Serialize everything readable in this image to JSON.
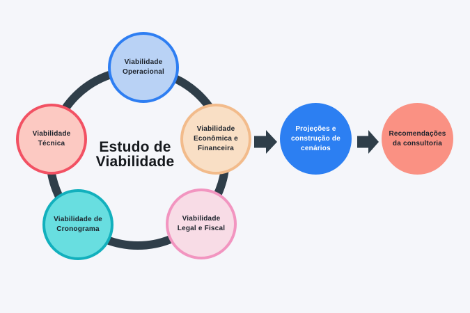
{
  "background_color": "#f5f6fa",
  "ring_color": "#2f3e49",
  "arrow_color": "#2f3e49",
  "title": {
    "lines": [
      "Estudo de",
      "Viabilidade"
    ],
    "color": "#15181c"
  },
  "hub": {
    "circles": [
      {
        "name": "viabilidade-operacional",
        "lines": [
          "Viabilidade",
          "Operacional"
        ],
        "fill": "#b9d2f5",
        "border": "#2e7ef2",
        "text_color": "#1c222b"
      },
      {
        "name": "viabilidade-tecnica",
        "lines": [
          "Viabilidade",
          "Técnica"
        ],
        "fill": "#fcc9c2",
        "border": "#f25163",
        "text_color": "#1c222b"
      },
      {
        "name": "viabilidade-economica-financeira",
        "lines": [
          "Viabilidade",
          "Econômica e",
          "Financeira"
        ],
        "fill": "#f9dfc5",
        "border": "#f2bb8b",
        "text_color": "#1c222b"
      },
      {
        "name": "viabilidade-cronograma",
        "lines": [
          "Viabilidade de",
          "Cronograma"
        ],
        "fill": "#68dee0",
        "border": "#12b0bd",
        "text_color": "#1c222b"
      },
      {
        "name": "viabilidade-legal-fiscal",
        "lines": [
          "Viabilidade",
          "Legal e Fiscal"
        ],
        "fill": "#f8dce6",
        "border": "#f295c0",
        "text_color": "#1c222b"
      }
    ]
  },
  "flow": {
    "steps": [
      {
        "name": "projecoes-e-construcao-de-cenarios",
        "lines": [
          "Projeções e",
          "construção de",
          "cenários"
        ],
        "fill": "#2c7ff2",
        "text_color": "#ffffff"
      },
      {
        "name": "recomendacoes-da-consultoria",
        "lines": [
          "Recomendações",
          "da consultoria"
        ],
        "fill": "#fa9183",
        "text_color": "#1c222b"
      }
    ]
  }
}
